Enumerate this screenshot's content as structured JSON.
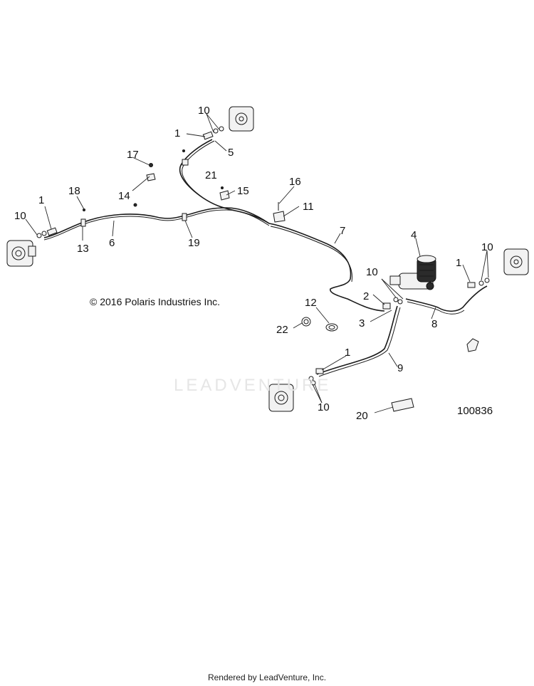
{
  "copyright": "© 2016 Polaris Industries Inc.",
  "diagram_ref": "100836",
  "watermark": "LEADVENTURE",
  "footer": "Rendered by LeadVenture, Inc.",
  "callouts": {
    "c10_top": "10",
    "c1_top": "1",
    "c5": "5",
    "c17": "17",
    "c14": "14",
    "c21": "21",
    "c15": "15",
    "c16": "16",
    "c11": "11",
    "c18": "18",
    "c1_left": "1",
    "c10_left": "10",
    "c13": "13",
    "c6": "6",
    "c19": "19",
    "c7": "7",
    "c4": "4",
    "c1_right": "1",
    "c10_right": "10",
    "c10_mid": "10",
    "c2": "2",
    "c3": "3",
    "c8": "8",
    "c12": "12",
    "c22": "22",
    "c1_low": "1",
    "c9": "9",
    "c10_low": "10",
    "c20": "20"
  }
}
